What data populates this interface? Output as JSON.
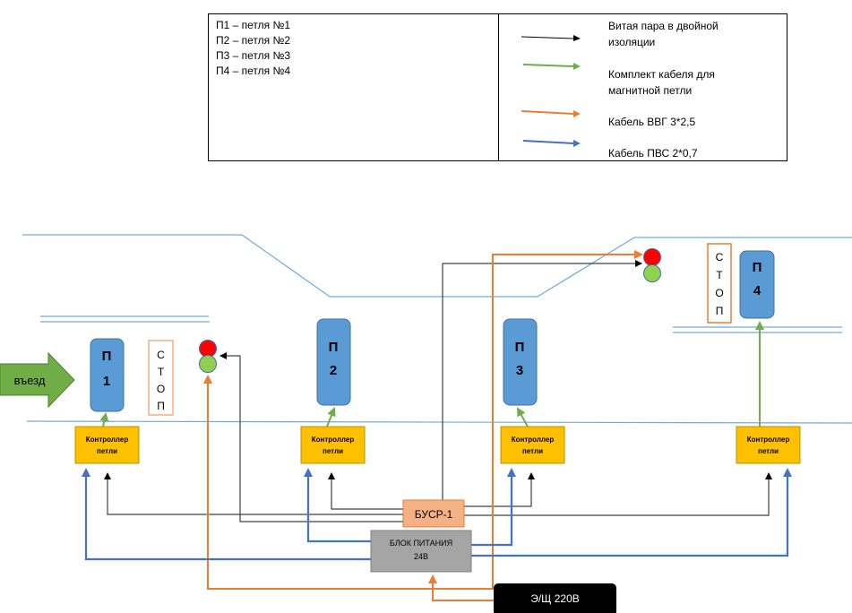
{
  "legend": {
    "loops": [
      "П1 – петля №1",
      "П2 – петля №2",
      "П3 – петля №3",
      "П4 – петля №4"
    ],
    "cables": [
      {
        "line1": "Витая пара в двойной",
        "line2": "изоляции",
        "color": "#000000"
      },
      {
        "line1": "Комплект кабеля для",
        "line2": "магнитной петли",
        "color": "#70ad47"
      },
      {
        "line1": "Кабель ВВГ 3*2,5",
        "line2": "",
        "color": "#ed7d31"
      },
      {
        "line1": "Кабель ПВС 2*0,7",
        "line2": "",
        "color": "#4472c4"
      }
    ]
  },
  "diagram": {
    "entry_label": "въезд",
    "loops": [
      {
        "line1": "П",
        "line2": "1"
      },
      {
        "line1": "П",
        "line2": "2"
      },
      {
        "line1": "П",
        "line2": "3"
      },
      {
        "line1": "П",
        "line2": "4"
      }
    ],
    "stop_signs": [
      {
        "letters": [
          "С",
          "Т",
          "О",
          "П"
        ]
      },
      {
        "letters": [
          "С",
          "Т",
          "О",
          "П"
        ]
      }
    ],
    "controllers": [
      {
        "line1": "Контроллер",
        "line2": "петли"
      },
      {
        "line1": "Контроллер",
        "line2": "петли"
      },
      {
        "line1": "Контроллер",
        "line2": "петли"
      },
      {
        "line1": "Контроллер",
        "line2": "петли"
      }
    ],
    "busr_label": "БУСР-1",
    "psu": {
      "line1": "БЛОК ПИТАНИЯ",
      "line2": "24В"
    },
    "mains_label": "Э/Щ 220В",
    "colors": {
      "loop_fill": "#5b9bd5",
      "controller_fill": "#ffc000",
      "busr_fill": "#f4b183",
      "psu_fill": "#a5a5a5",
      "mains_fill": "#000000",
      "entry_fill": "#70ad47",
      "red_light": "#ff0000",
      "green_light": "#92d050",
      "road": "#5b9bd5",
      "twisted_pair": "#000000",
      "loop_cable": "#70ad47",
      "vvg_cable": "#ed7d31",
      "pvs_cable": "#4472c4"
    }
  }
}
